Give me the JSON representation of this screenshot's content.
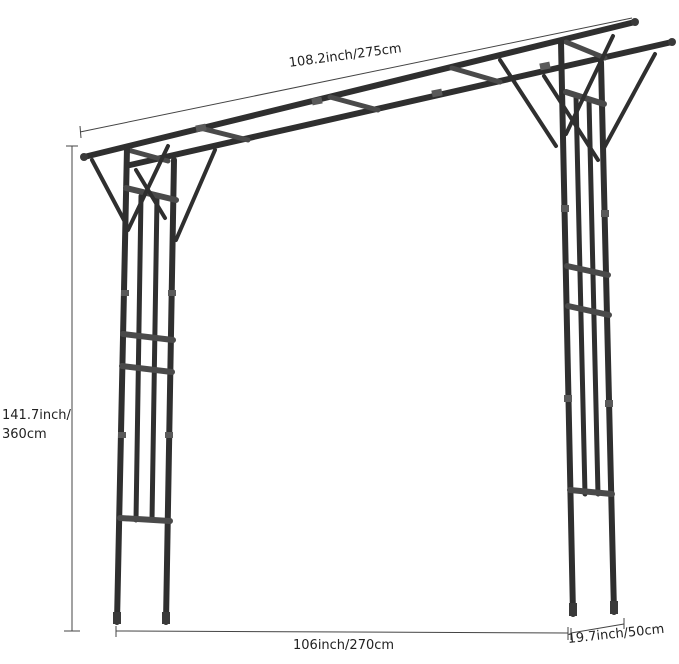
{
  "diagram": {
    "subject": "garden arch trellis",
    "colors": {
      "frame": "#2f2f2f",
      "frame_highlight": "#5a5a5a",
      "dimension_line": "#444444",
      "background": "#ffffff",
      "text": "#222222"
    },
    "dimensions": {
      "top_width": "108.2inch/275cm",
      "height_line1": "141.7inch/",
      "height_line2": "360cm",
      "bottom_width": "106inch/270cm",
      "depth": "19.7inch/50cm"
    }
  }
}
